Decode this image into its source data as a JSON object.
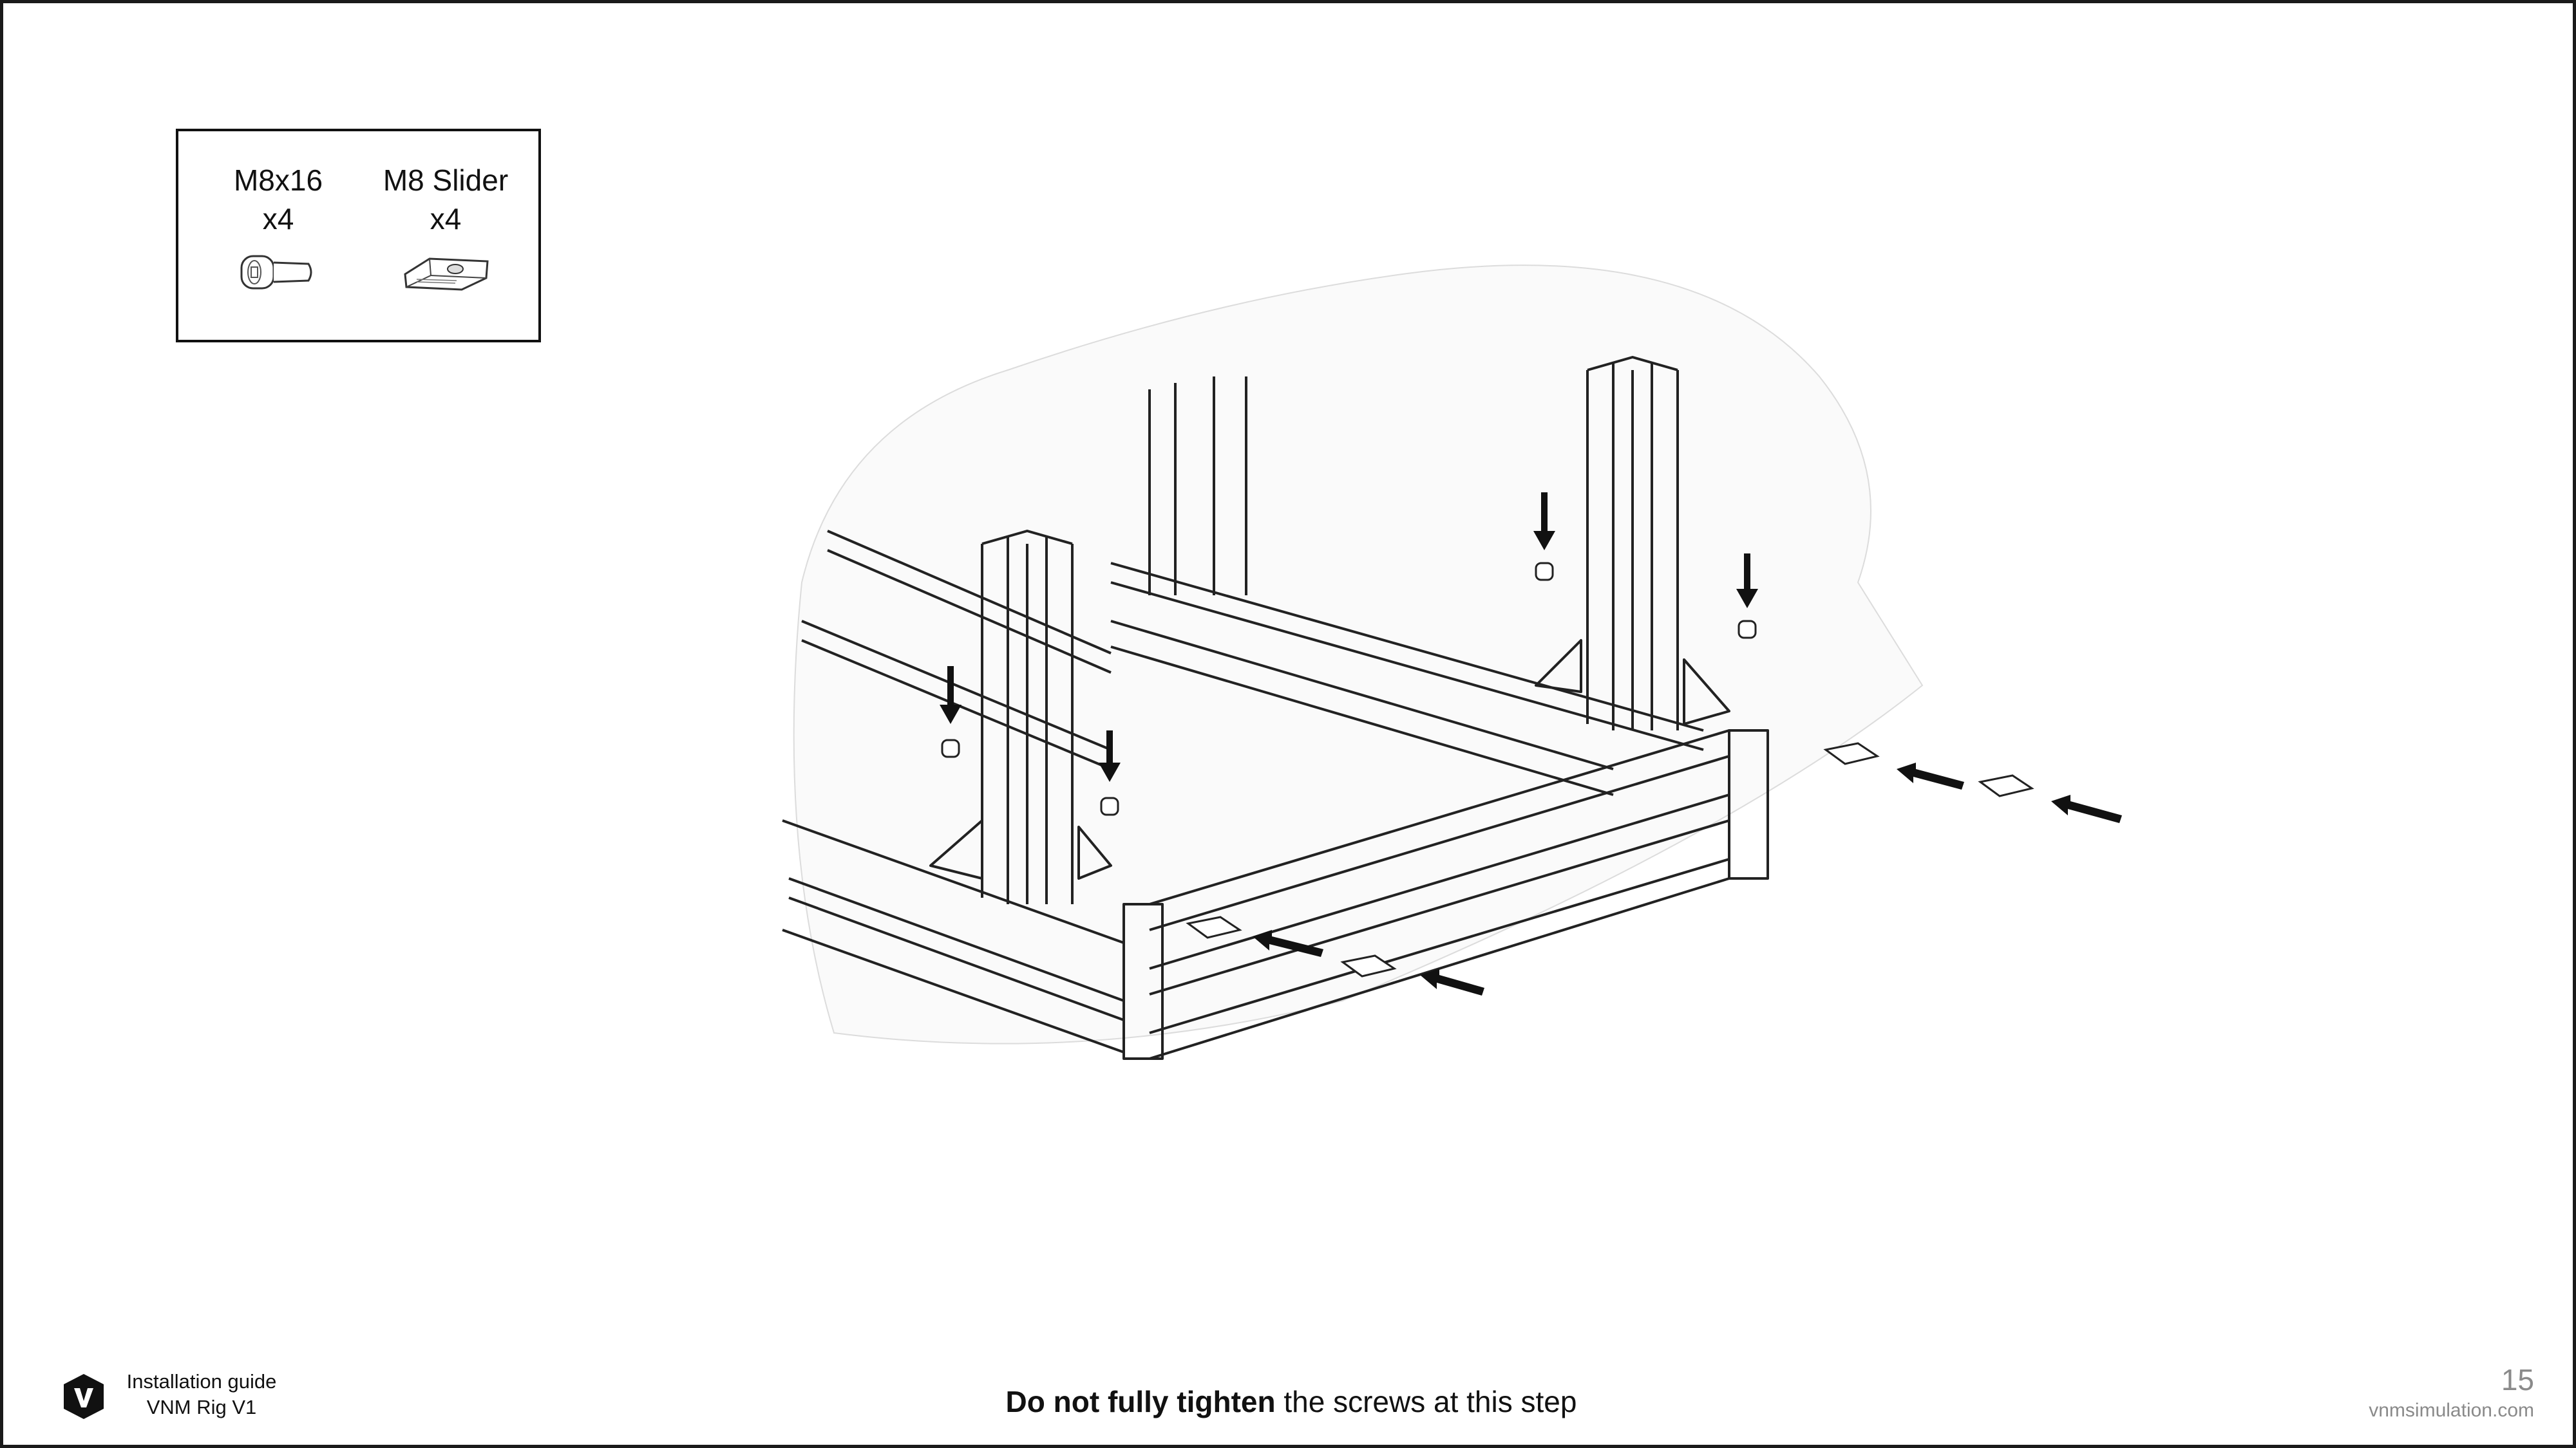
{
  "parts": [
    {
      "name": "M8x16",
      "qty": "x4",
      "icon": "screw-icon"
    },
    {
      "name": "M8 Slider",
      "qty": "x4",
      "icon": "slider-nut-icon"
    }
  ],
  "illustration": {
    "icon": "aluminium-frame-assembly-illustration"
  },
  "footer": {
    "logo_icon": "vnm-logo-icon",
    "guide_line1": "Installation guide",
    "guide_line2": "VNM Rig V1",
    "note_bold": "Do not fully tighten",
    "note_rest": " the screws at this step",
    "page_number": "15",
    "website": "vnmsimulation.com"
  },
  "colors": {
    "ink": "#111111",
    "muted": "#8a8a8a",
    "border": "#1a1a1a"
  }
}
